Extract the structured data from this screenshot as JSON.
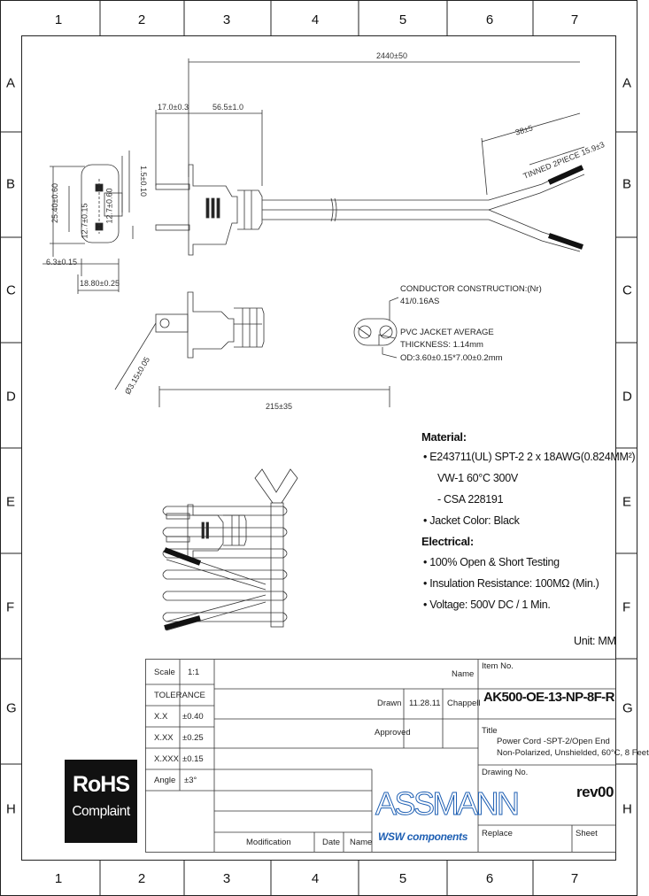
{
  "frame": {
    "columns": [
      "1",
      "2",
      "3",
      "4",
      "5",
      "6",
      "7"
    ],
    "rows": [
      "A",
      "B",
      "C",
      "D",
      "E",
      "F",
      "G",
      "H"
    ]
  },
  "dimensions": {
    "total_length": "2440±50",
    "plug_prong_length": "17.0±0.3",
    "plug_body_length": "56.5±1.0",
    "strip_length": "38±5",
    "tinned_ends": "TINNED 2PIECE 15.9±3",
    "pin_spacing": "12.7±0.15",
    "blade_height": "25.40±0.60",
    "blade_height_small": "1.5±0.10",
    "blade_width": "6.3±0.15",
    "body_width": "18.80±0.25",
    "inner_dim": "12.7±0.60",
    "angle_dim": "Ø3.15±0.05",
    "coil_length": "215±35"
  },
  "cross_section": {
    "line1": "CONDUCTOR CONSTRUCTION:(Nr)",
    "line2": "41/0.16AS",
    "line3": "PVC JACKET AVERAGE",
    "line4": "THICKNESS: 1.14mm",
    "line5": "OD:3.60±0.15*7.00±0.2mm"
  },
  "spec": {
    "material_heading": "Material:",
    "material_items": [
      "E243711(UL) SPT-2 2 x 18AWG(0.824MM²)",
      "VW-1 60°C 300V",
      "- CSA 228191",
      "Jacket Color: Black"
    ],
    "electrical_heading": "Electrical:",
    "electrical_items": [
      "100% Open & Short Testing",
      "Insulation Resistance: 100MΩ (Min.)",
      "Voltage: 500V DC / 1 Min."
    ],
    "unit": "Unit: MM"
  },
  "title_block": {
    "scale_label": "Scale",
    "scale_value": "1:1",
    "tolerance_label": "TOLERANCE",
    "tolerances": [
      {
        "label": "X.X",
        "value": "±0.40"
      },
      {
        "label": "X.XX",
        "value": "±0.25"
      },
      {
        "label": "X.XXX",
        "value": "±0.15"
      },
      {
        "label": "Angle",
        "value": "±3°"
      }
    ],
    "name_label": "Name",
    "drawn_label": "Drawn",
    "drawn_date": "11.28.11",
    "drawn_name": "Chappell",
    "approved_label": "Approved",
    "item_no_label": "Item No.",
    "item_no": "AK500-OE-13-NP-8F-R",
    "title_label": "Title",
    "title_line1": "Power Cord -SPT-2/Open End",
    "title_line2": "Non-Polarized, Unshielded, 60°C, 8 Feet",
    "drawing_no_label": "Drawing No.",
    "revision": "rev00",
    "replace_label": "Replace",
    "sheet_label": "Sheet",
    "modification_label": "Modification",
    "date_label": "Date",
    "name_label_bottom": "Name"
  },
  "rohs": {
    "title": "RoHS",
    "subtitle": "Complaint"
  },
  "brand": {
    "name": "ASSMANN",
    "sub": "WSW components",
    "color": "#1e5fb3"
  }
}
